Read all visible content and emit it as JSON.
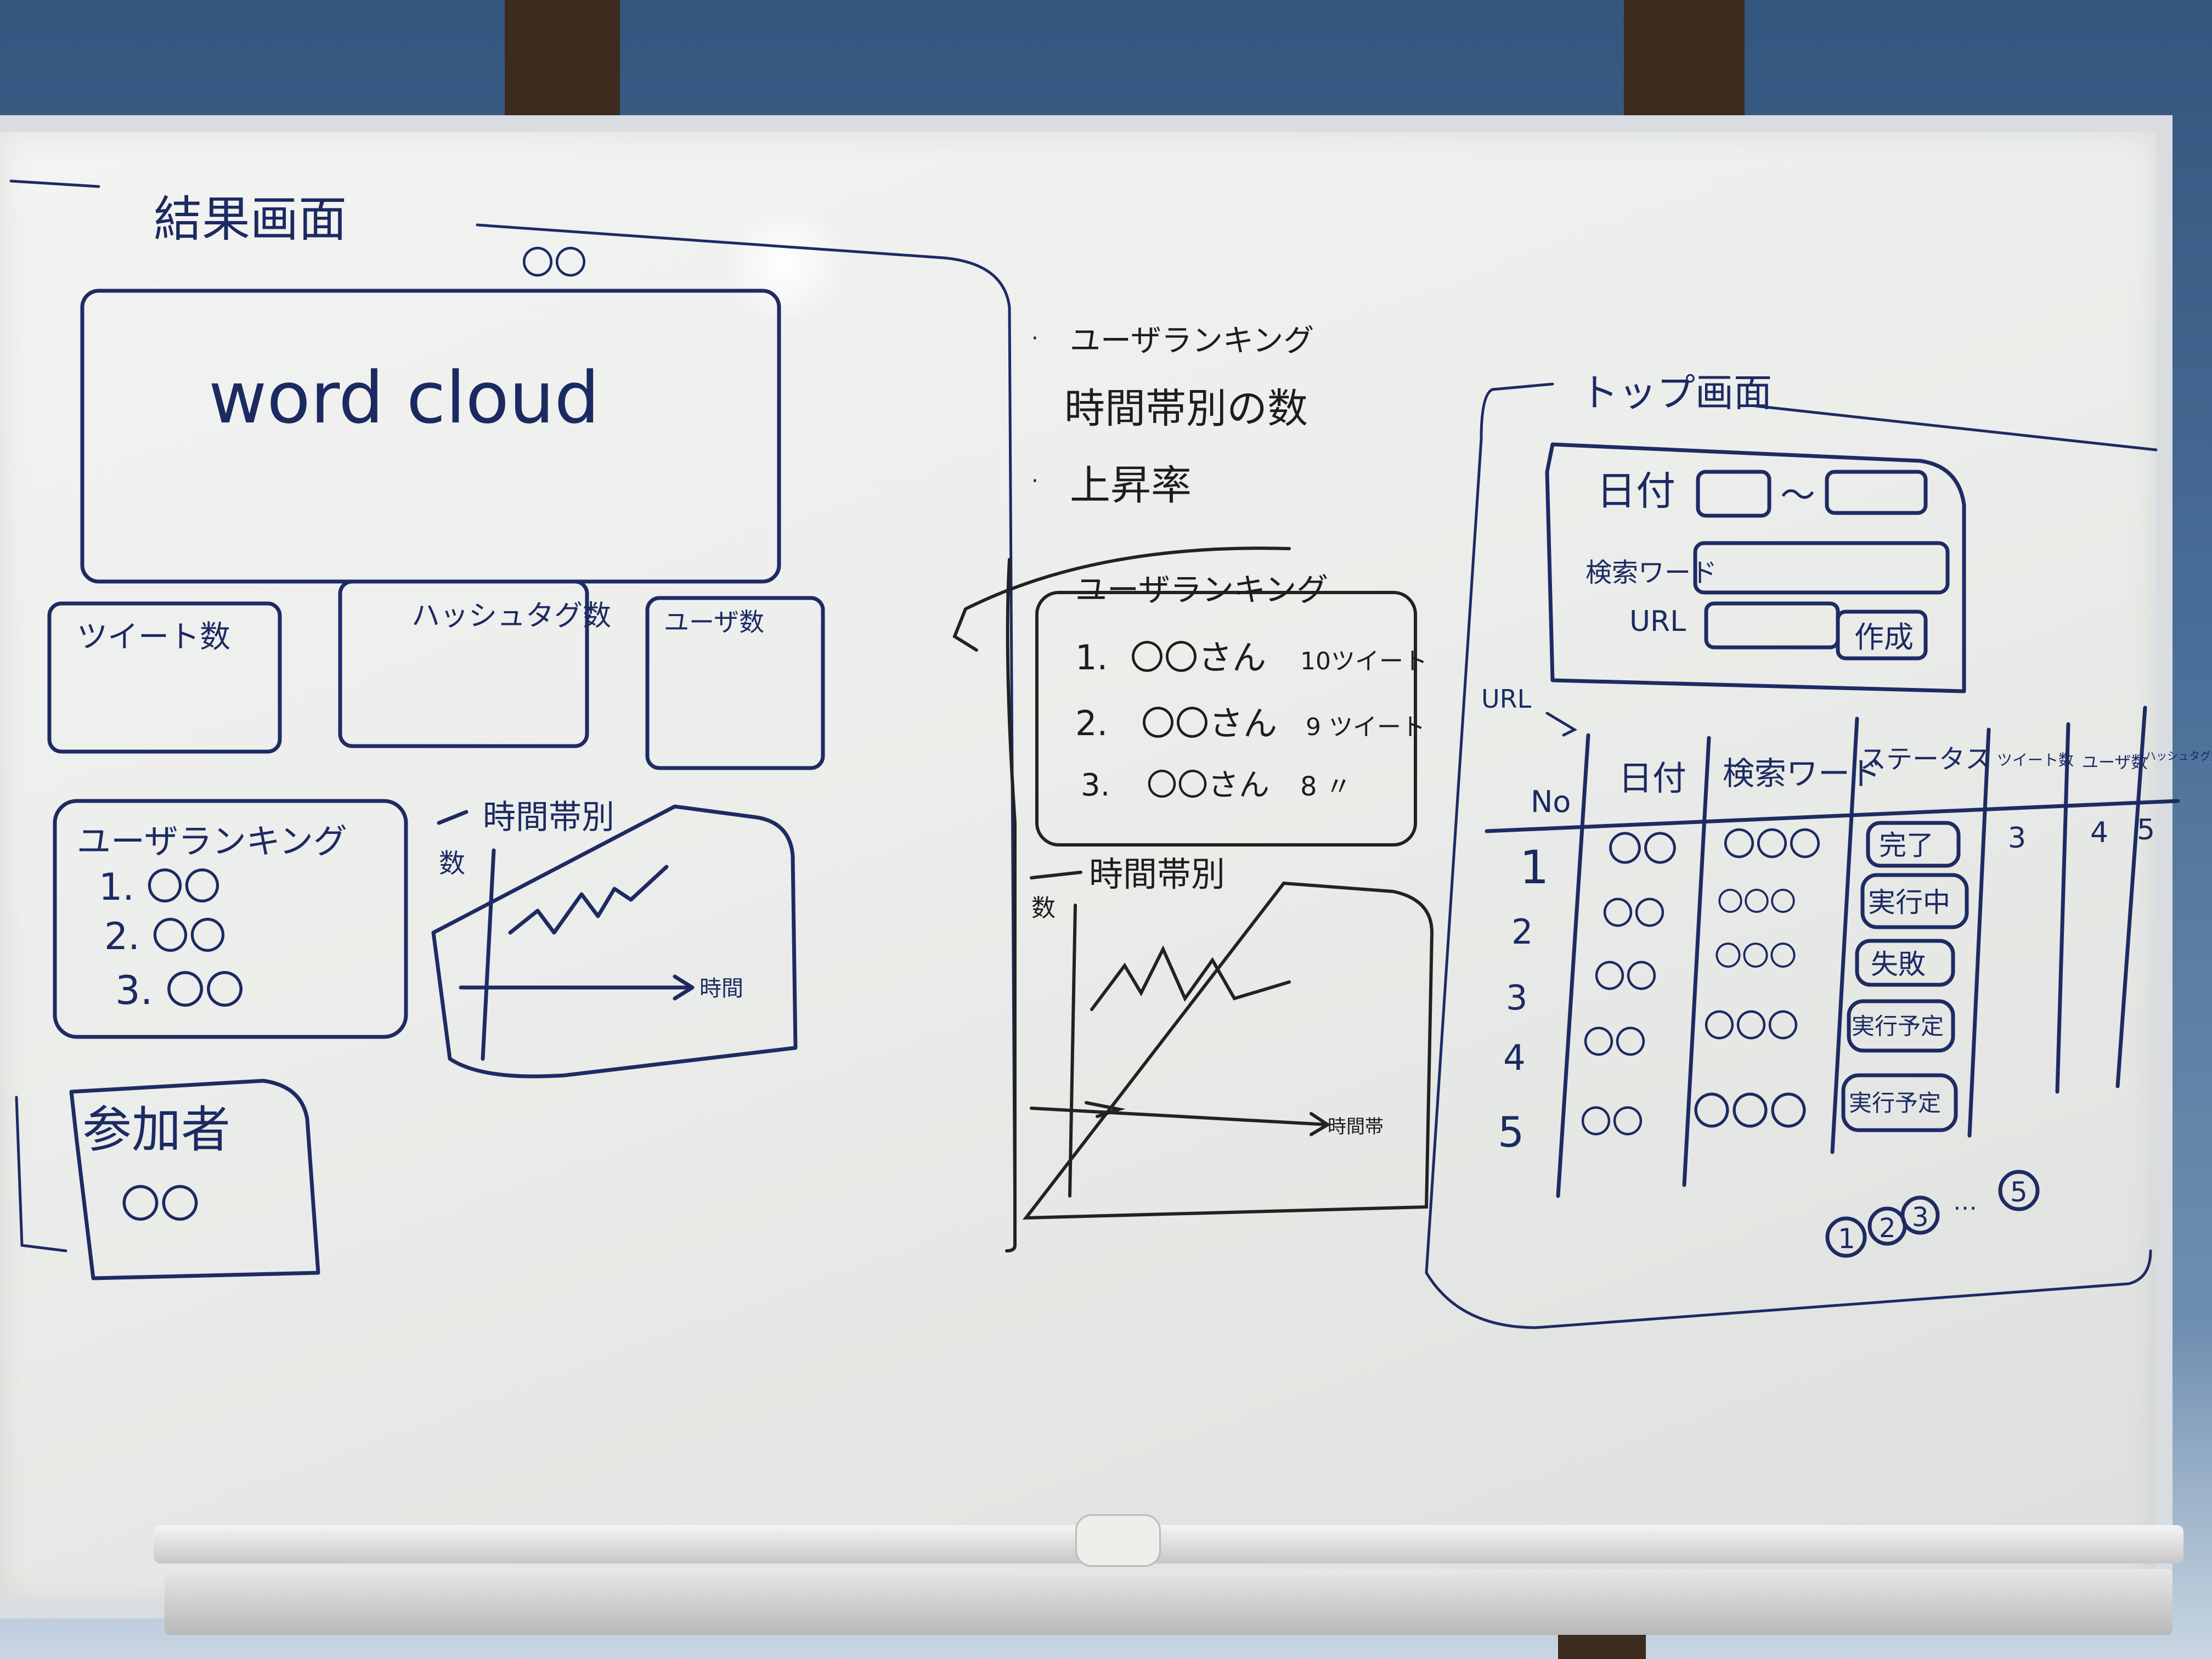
{
  "result_screen": {
    "title": "結果画面",
    "subtitle": "〇〇",
    "word_cloud_label": "word cloud",
    "tweet_count_label": "ツイート数",
    "hashtag_count_label": "ハッシュタグ数",
    "user_count_label": "ユーザ数",
    "user_ranking": {
      "title": "ユーザランキング",
      "items": [
        "1. 〇〇",
        "2. 〇〇",
        "3. 〇〇"
      ]
    },
    "time_chart": {
      "title": "時間帯別",
      "ylabel": "数",
      "xlabel": "時間"
    },
    "participation": {
      "title": "参加者",
      "value": "〇〇"
    }
  },
  "notes": {
    "items": [
      "ユーザランキング",
      "時間帯別の数",
      "上昇率"
    ]
  },
  "detail_ranking": {
    "title": "ユーザランキング",
    "rows": [
      {
        "rank": "1.",
        "name": "〇〇さん",
        "count": "10ツイート"
      },
      {
        "rank": "2.",
        "name": "〇〇さん",
        "count": "9 ツイート"
      },
      {
        "rank": "3.",
        "name": "〇〇さん",
        "count": "8 〃"
      }
    ]
  },
  "detail_time_chart": {
    "title": "時間帯別",
    "ylabel": "数",
    "xlabel": "時間帯"
  },
  "top_screen": {
    "title": "トップ画面",
    "form": {
      "date_label": "日付",
      "range_sep": "〜",
      "keyword_label": "検索ワード",
      "url_label": "URL",
      "create_button": "作成"
    },
    "table_caption": "URL",
    "columns": [
      "No",
      "日付",
      "検索ワード",
      "ステータス",
      "ツイート数",
      "ユーザ数",
      "ハッシュタグ数"
    ],
    "col_numbers": [
      "3",
      "4",
      "5"
    ],
    "rows": [
      {
        "no": "1",
        "date": "〇〇",
        "keyword": "〇〇〇",
        "status": "完了"
      },
      {
        "no": "2",
        "date": "〇〇",
        "keyword": "〇〇〇",
        "status": "実行中"
      },
      {
        "no": "3",
        "date": "〇〇",
        "keyword": "〇〇〇",
        "status": "失敗"
      },
      {
        "no": "4",
        "date": "〇〇",
        "keyword": "〇〇〇",
        "status": "実行予定"
      },
      {
        "no": "5",
        "date": "〇〇",
        "keyword": "〇〇〇",
        "status": "実行予定"
      }
    ],
    "pagination": [
      "1",
      "2",
      "3",
      "…",
      "5"
    ]
  }
}
